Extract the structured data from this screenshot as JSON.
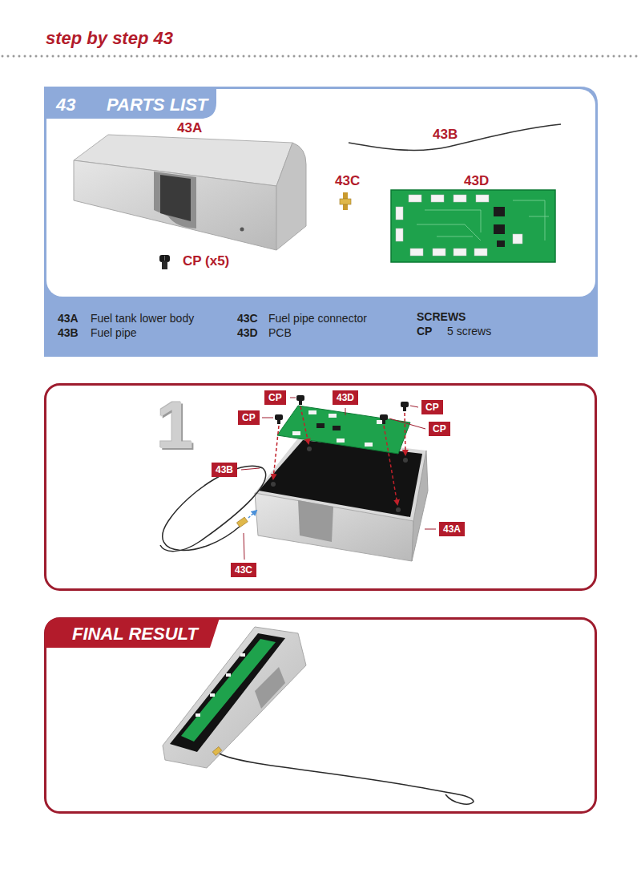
{
  "diagram": {
    "title": "step by step 43",
    "nodes": [
      {
        "text": [
          "43",
          "PARTS LIST"
        ]
      },
      {
        "text": [
          "1"
        ]
      },
      {
        "text": [
          "CP"
        ],
        "in": 1
      },
      {
        "text": [
          "43D"
        ],
        "in": 1
      },
      {
        "text": [
          "CP"
        ],
        "in": 1
      },
      {
        "text": [
          "CP"
        ],
        "in": 1
      },
      {
        "text": [
          "CP"
        ],
        "in": 1
      },
      {
        "text": [
          "43B"
        ],
        "in": 1
      },
      {
        "text": [
          "43A"
        ],
        "in": 1
      },
      {
        "text": [
          "43C"
        ],
        "in": 1
      },
      {
        "text": [
          "FINAL RESULT"
        ]
      }
    ],
    "labels": [
      "43A",
      "43B",
      "43C",
      "43D",
      "CP (x5)",
      "43A",
      "Fuel tank lower body",
      "43C",
      "Fuel pipe connector",
      "SCREWS",
      "43B",
      "Fuel pipe",
      "43D",
      "PCB",
      "CP",
      "5 screws"
    ]
  }
}
